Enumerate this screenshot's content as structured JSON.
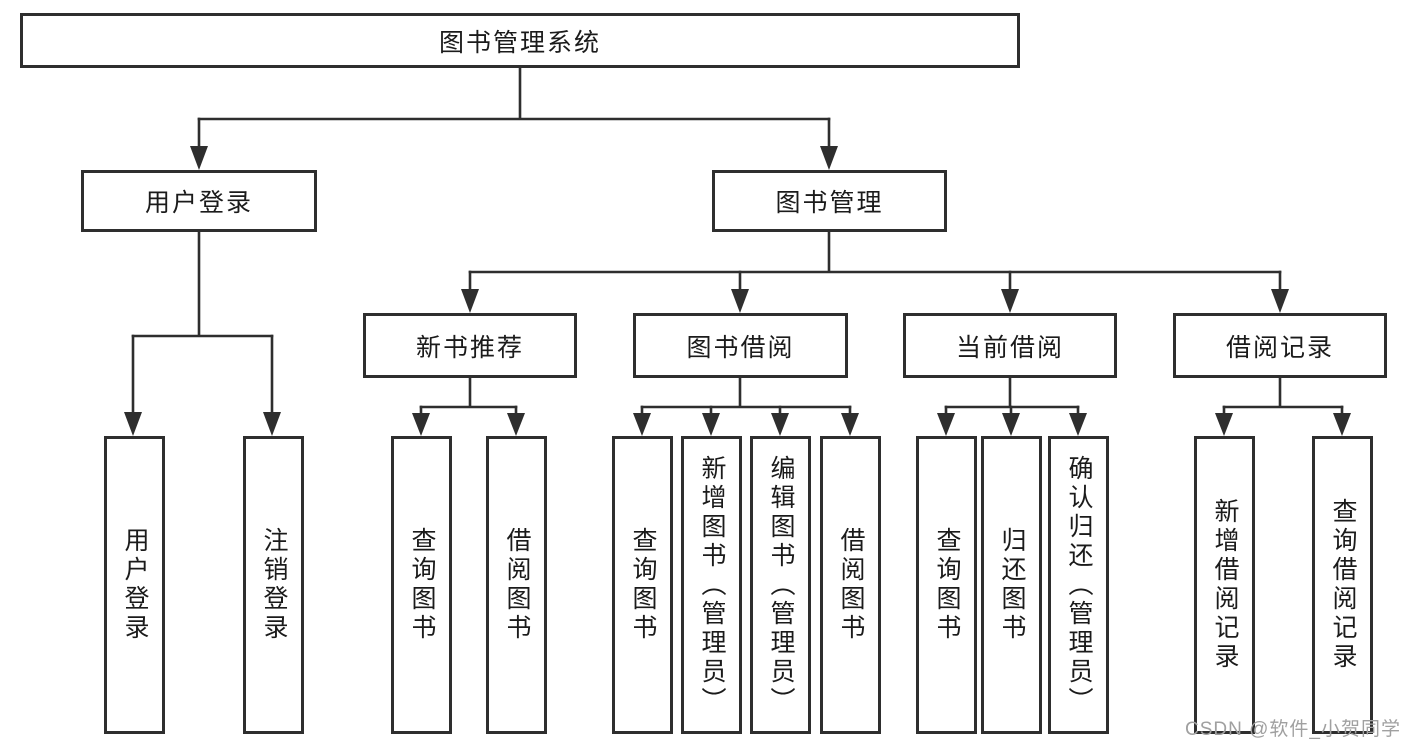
{
  "colors": {
    "line": "#2e2e2e",
    "box_border": "#2e2e2e",
    "box_background": "#ffffff",
    "text": "#1b1b1b",
    "watermark": "#a0a0a0",
    "page_background": "#ffffff"
  },
  "watermark": {
    "text": "CSDN @软件_小贺同学"
  },
  "tree": {
    "root": {
      "label": "图书管理系统"
    },
    "branches": [
      {
        "label": "用户登录",
        "children": [
          {
            "label": "用户登录"
          },
          {
            "label": "注销登录"
          }
        ]
      },
      {
        "label": "图书管理",
        "children": [
          {
            "label": "新书推荐",
            "children": [
              {
                "label": "查询图书"
              },
              {
                "label": "借阅图书"
              }
            ]
          },
          {
            "label": "图书借阅",
            "children": [
              {
                "label": "查询图书"
              },
              {
                "label": "新增图书（管理员）"
              },
              {
                "label": "编辑图书（管理员）"
              },
              {
                "label": "借阅图书"
              }
            ]
          },
          {
            "label": "当前借阅",
            "children": [
              {
                "label": "查询图书"
              },
              {
                "label": "归还图书"
              },
              {
                "label": "确认归还（管理员）"
              }
            ]
          },
          {
            "label": "借阅记录",
            "children": [
              {
                "label": "新增借阅记录"
              },
              {
                "label": "查询借阅记录"
              }
            ]
          }
        ]
      }
    ]
  }
}
